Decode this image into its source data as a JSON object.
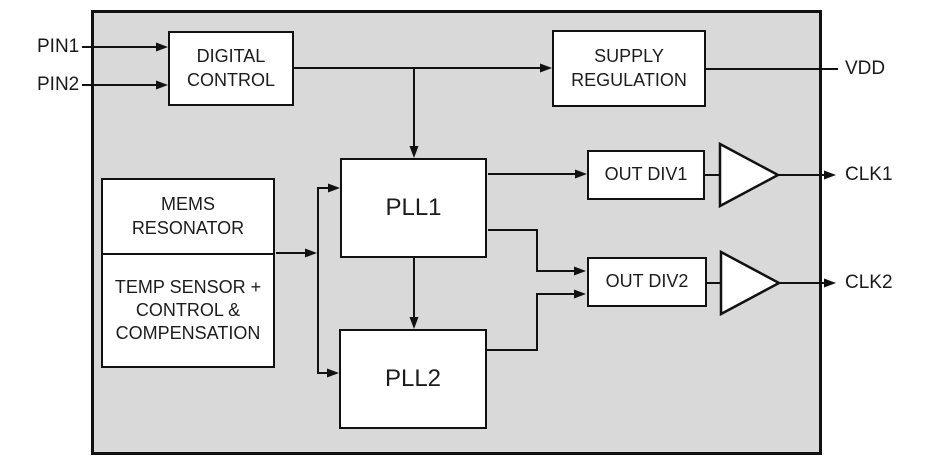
{
  "diagram": {
    "type": "block-diagram",
    "description": "MEMS oscillator clock-generator chip architecture",
    "blocks": {
      "digital_control": {
        "label": "DIGITAL\nCONTROL"
      },
      "supply_regulation": {
        "label": "SUPPLY\nREGULATION"
      },
      "mems_resonator": {
        "label": "MEMS\nRESONATOR"
      },
      "temp_sensor": {
        "label": "TEMP SENSOR +\nCONTROL &\nCOMPENSATION"
      },
      "pll1": {
        "label": "PLL1"
      },
      "pll2": {
        "label": "PLL2"
      },
      "out_div1": {
        "label": "OUT DIV1"
      },
      "out_div2": {
        "label": "OUT DIV2"
      }
    },
    "pins": {
      "pin1": "PIN1",
      "pin2": "PIN2",
      "vdd": "VDD",
      "clk1": "CLK1",
      "clk2": "CLK2"
    },
    "connections": [
      {
        "from": "PIN1",
        "to": "DIGITAL CONTROL",
        "arrow": true
      },
      {
        "from": "PIN2",
        "to": "DIGITAL CONTROL",
        "arrow": true
      },
      {
        "from": "DIGITAL CONTROL",
        "to": "SUPPLY REGULATION",
        "arrow": true
      },
      {
        "from": "DIGITAL CONTROL",
        "to": "PLL1",
        "arrow": true
      },
      {
        "from": "SUPPLY REGULATION",
        "to": "VDD",
        "arrow": false
      },
      {
        "from": "MEMS RESONATOR / TEMP SENSOR",
        "to": "PLL1",
        "arrow": true
      },
      {
        "from": "MEMS RESONATOR / TEMP SENSOR",
        "to": "PLL2",
        "arrow": true
      },
      {
        "from": "PLL1",
        "to": "PLL2",
        "arrow": true
      },
      {
        "from": "PLL1",
        "to": "OUT DIV1",
        "arrow": true
      },
      {
        "from": "PLL1",
        "to": "OUT DIV2",
        "arrow": true
      },
      {
        "from": "PLL2",
        "to": "OUT DIV2",
        "arrow": true
      },
      {
        "from": "OUT DIV1",
        "to": "buffer1",
        "arrow": false
      },
      {
        "from": "buffer1",
        "to": "CLK1",
        "arrow": true
      },
      {
        "from": "OUT DIV2",
        "to": "buffer2",
        "arrow": false
      },
      {
        "from": "buffer2",
        "to": "CLK2",
        "arrow": true
      }
    ],
    "colors": {
      "chip_fill": "#d9d9d9",
      "block_fill": "#ffffff",
      "line": "#111111",
      "text": "#1a1a1a"
    }
  }
}
